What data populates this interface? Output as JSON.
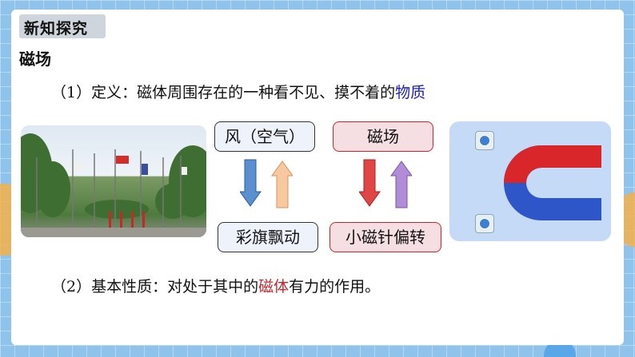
{
  "header": {
    "badge": "新知探究",
    "subtitle": "磁场"
  },
  "definition": {
    "prefix": "（1）定义：磁体周围存在的一种看不见、摸不着的",
    "highlight": "物质"
  },
  "diagram": {
    "left_top": "风（空气）",
    "left_bottom": "彩旗飘动",
    "right_top": "磁场",
    "right_bottom": "小磁针偏转"
  },
  "property": {
    "prefix": "（2）基本性质：对处于其中的",
    "highlight": "磁体",
    "suffix": "有力的作用。"
  },
  "colors": {
    "highlight_blue": "#1f1fb4",
    "highlight_red": "#c0282e",
    "left_box_fill": "#eef2fb",
    "right_box_fill": "#f6dfe2",
    "magnet_red": "#d8262b",
    "magnet_blue": "#2f56c8"
  },
  "images": {
    "flags_photo": "flags-photo",
    "magnet_photo": "u-magnet-with-compasses"
  }
}
